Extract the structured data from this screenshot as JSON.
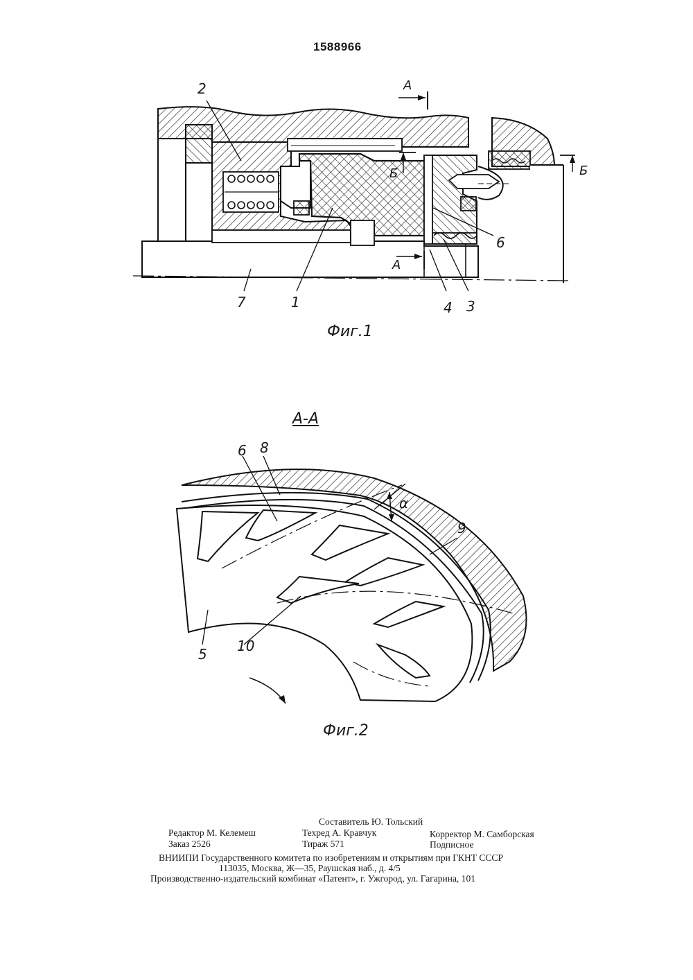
{
  "header": {
    "patent_number": "1588966"
  },
  "figure1": {
    "caption": "Фиг.1",
    "labels": {
      "l1": "1",
      "l2": "2",
      "l3": "3",
      "l4": "4",
      "l6": "6",
      "l7": "7"
    },
    "section_markers": {
      "a_top": "A",
      "a_bottom": "A",
      "b_left": "Б",
      "b_right": "Б"
    }
  },
  "figure2": {
    "section_title": "А-А",
    "caption": "Фиг.2",
    "labels": {
      "l5": "5",
      "l6": "6",
      "l8": "8",
      "l9": "9",
      "l10": "10",
      "alpha": "α"
    }
  },
  "imprint": {
    "compiler": "Составитель Ю. Тольский",
    "editor": "Редактор М. Келемеш",
    "techred": "Техред А. Кравчук",
    "corrector": "Корректор М. Самборская",
    "order": "Заказ 2526",
    "circulation": "Тираж 571",
    "subscription": "Подписное",
    "org_line": "ВНИИПИ Государственного комитета по изобретениям и открытиям при ГКНТ СССР",
    "address_line": "113035, Москва, Ж—35, Раушская наб., д. 4/5",
    "plant_line": "Производственно-издательский комбинат «Патент», г. Ужгород, ул. Гагарина, 101"
  }
}
